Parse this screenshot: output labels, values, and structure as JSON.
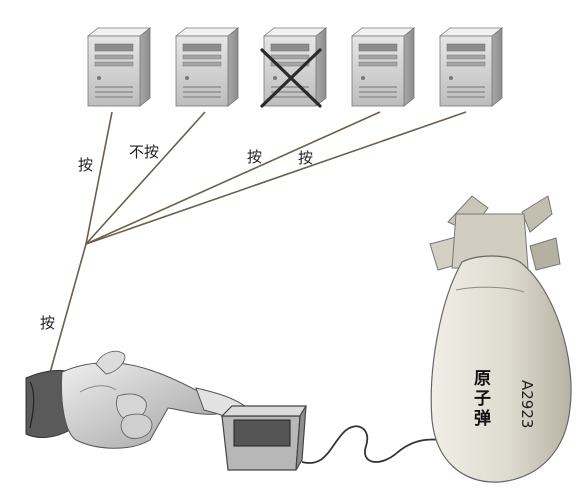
{
  "servers": [
    {
      "id": "server-1",
      "failed": false
    },
    {
      "id": "server-2",
      "failed": false
    },
    {
      "id": "server-3",
      "failed": true
    },
    {
      "id": "server-4",
      "failed": false
    },
    {
      "id": "server-5",
      "failed": false
    }
  ],
  "labels": {
    "hub_to_hand": "按",
    "to_server_1": "按",
    "to_server_2": "不按",
    "to_server_4": "按",
    "to_server_5": "按"
  },
  "bomb": {
    "name": "原子弹",
    "code": "A2923"
  },
  "colors": {
    "server_body": "#d9d9d9",
    "server_dark": "#9a9a9a",
    "wire": "#6b5e4b",
    "bomb_body": "#e4e1d6",
    "bomb_shadow": "#b9b5a6",
    "fail_mark": "#2a2a2a"
  }
}
